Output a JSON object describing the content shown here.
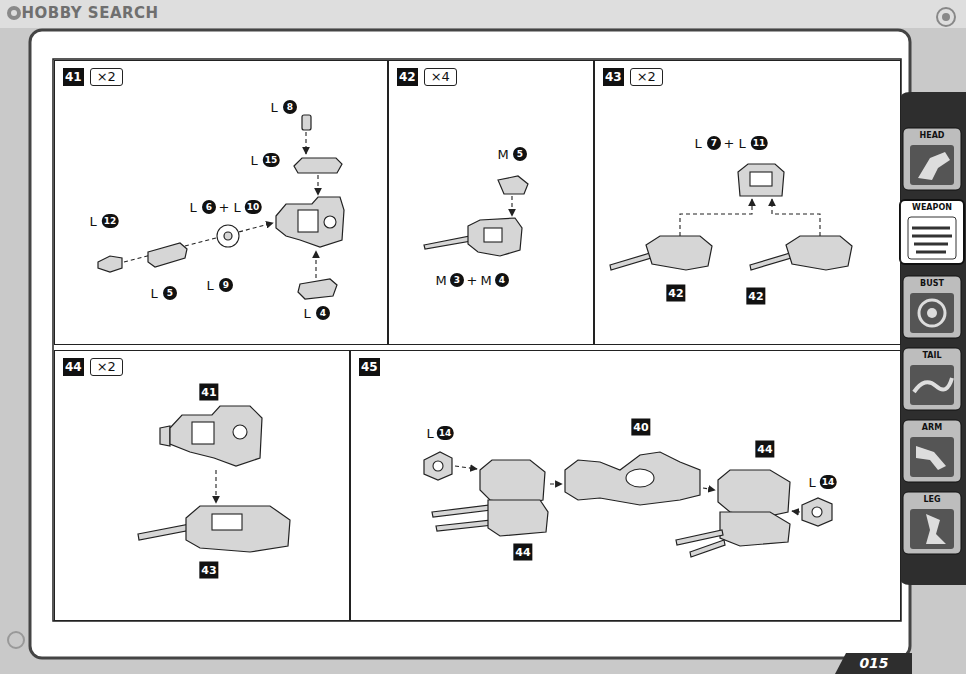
{
  "diagram": {
    "nodes": [
      {
        "text": [
          "41",
          "×2"
        ]
      },
      {
        "text": [
          "42",
          "×4"
        ]
      },
      {
        "text": [
          "43",
          "×2"
        ]
      },
      {
        "text": [
          "44",
          "×2"
        ]
      },
      {
        "text": [
          "45"
        ]
      },
      {
        "text": [
          "HEAD"
        ]
      },
      {
        "text": [
          "WEAPON"
        ]
      },
      {
        "text": [
          "BUST"
        ]
      },
      {
        "text": [
          "TAIL"
        ]
      },
      {
        "text": [
          "ARM"
        ]
      },
      {
        "text": [
          "LEG"
        ]
      }
    ],
    "labels": [
      "HOBBY SEARCH",
      "L",
      "8",
      "L",
      "15",
      "L",
      "6",
      "+",
      "L",
      "10",
      "L",
      "12",
      "L",
      "5",
      "L",
      "9",
      "L",
      "4",
      "M",
      "5",
      "M",
      "3",
      "+",
      "M",
      "4",
      "L",
      "7",
      "+",
      "L",
      "11",
      "42",
      "42",
      "41",
      "43",
      "L",
      "14",
      "40",
      "44",
      "L",
      "14",
      "44",
      "015"
    ]
  }
}
